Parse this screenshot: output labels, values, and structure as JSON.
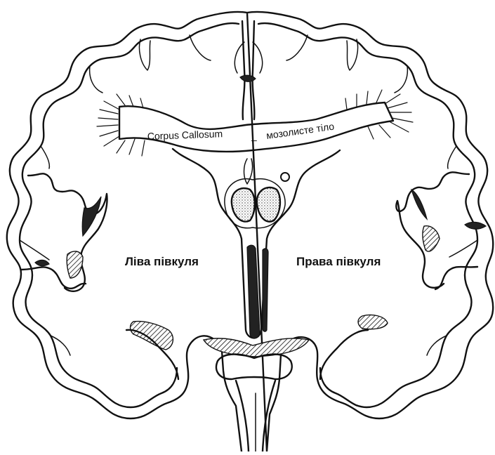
{
  "labels": {
    "corpus_callosum_en": "Corpus Callosum",
    "corpus_callosum_sep": "–",
    "corpus_callosum_ua": "мозолисте тіло",
    "left_hemisphere": "Ліва півкуля",
    "right_hemisphere": "Права півкуля"
  },
  "colors": {
    "ink": "#111111",
    "background": "#ffffff"
  }
}
